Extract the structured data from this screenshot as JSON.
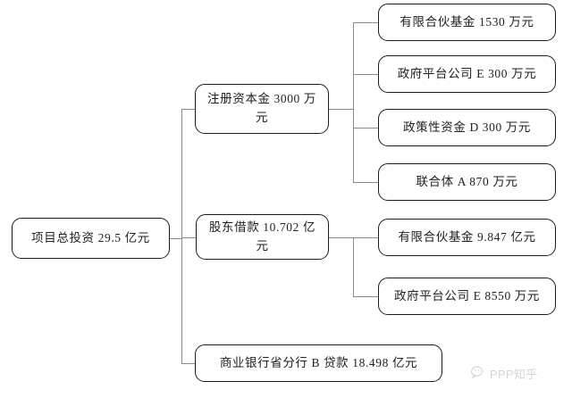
{
  "diagram": {
    "type": "tree",
    "orientation": "left-to-right",
    "root": {
      "id": "total-investment",
      "label": "项目总投资 29.5 亿元",
      "value": 29.5,
      "unit": "亿元"
    },
    "level2": [
      {
        "id": "registered-capital",
        "label": "注册资本金 3000 万元",
        "value": 3000,
        "unit": "万元"
      },
      {
        "id": "shareholder-loan",
        "label": "股东借款 10.702 亿元",
        "value": 10.702,
        "unit": "亿元"
      },
      {
        "id": "commercial-bank-loan",
        "label": "商业银行省分行 B 贷款 18.498 亿元",
        "value": 18.498,
        "unit": "亿元"
      }
    ],
    "level3": {
      "registered_capital_children": [
        {
          "id": "lp-fund-1530",
          "label": "有限合伙基金 1530 万元",
          "value": 1530,
          "unit": "万元"
        },
        {
          "id": "gov-platform-e-300",
          "label": "政府平台公司 E 300 万元",
          "value": 300,
          "unit": "万元"
        },
        {
          "id": "policy-fund-d-300",
          "label": "政策性资金 D 300 万元",
          "value": 300,
          "unit": "万元"
        },
        {
          "id": "consortium-a-870",
          "label": "联合体 A 870 万元",
          "value": 870,
          "unit": "万元"
        }
      ],
      "shareholder_loan_children": [
        {
          "id": "lp-fund-9847",
          "label": "有限合伙基金 9.847 亿元",
          "value": 9.847,
          "unit": "亿元"
        },
        {
          "id": "gov-platform-e-8550",
          "label": "政府平台公司 E 8550 万元",
          "value": 8550,
          "unit": "万元"
        }
      ]
    }
  },
  "watermark": {
    "icon": "wechat-bubble-icon",
    "text": "PPP知乎"
  },
  "colors": {
    "box_border": "#1b1b1b",
    "connector": "#8a8a8a",
    "text": "#222222",
    "background": "#ffffff",
    "watermark": "#9a9a9a"
  }
}
